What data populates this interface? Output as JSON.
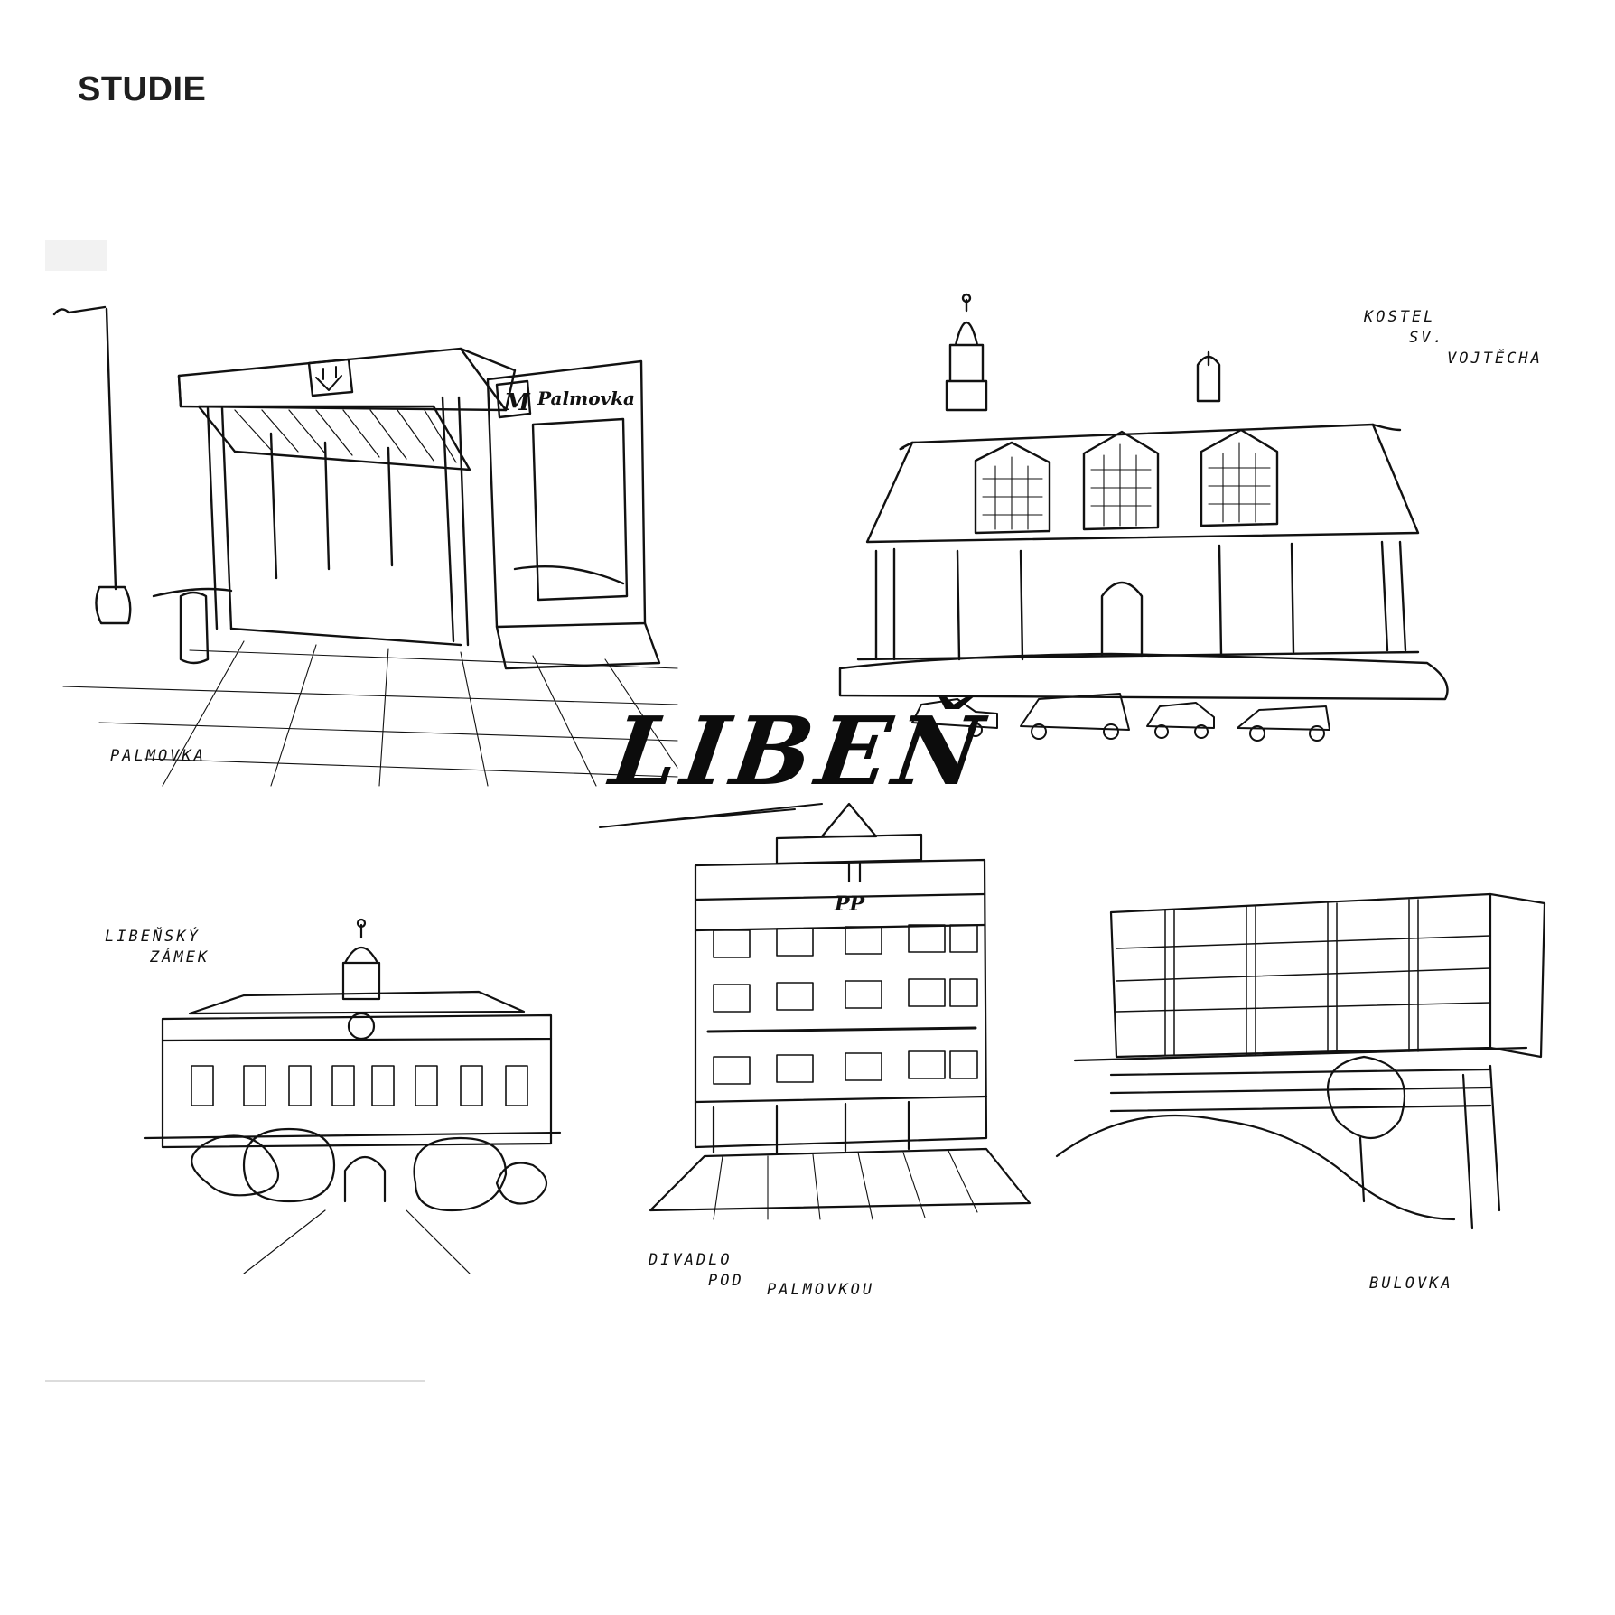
{
  "page": {
    "title": "STUDIE"
  },
  "poster": {
    "title": "LIBEŇ",
    "sketches": [
      {
        "id": "palmovka",
        "caption": [
          "PALMOVKA"
        ],
        "sign_text": "Palmovka",
        "metro_symbol": "M"
      },
      {
        "id": "kostel",
        "caption": [
          "KOSTEL",
          "SV.",
          "VOJTĚCHA"
        ]
      },
      {
        "id": "zamek",
        "caption": [
          "LIBEŇSKÝ",
          "ZÁMEK"
        ]
      },
      {
        "id": "divadlo",
        "caption": [
          "DIVADLO",
          "POD",
          "PALMOVKOU"
        ],
        "facade_letters": "PP"
      },
      {
        "id": "bulovka",
        "caption": [
          "BULOVKA"
        ]
      }
    ]
  },
  "colors": {
    "ink": "#111111",
    "paper": "#ffffff",
    "title": "#1f1f1f"
  }
}
